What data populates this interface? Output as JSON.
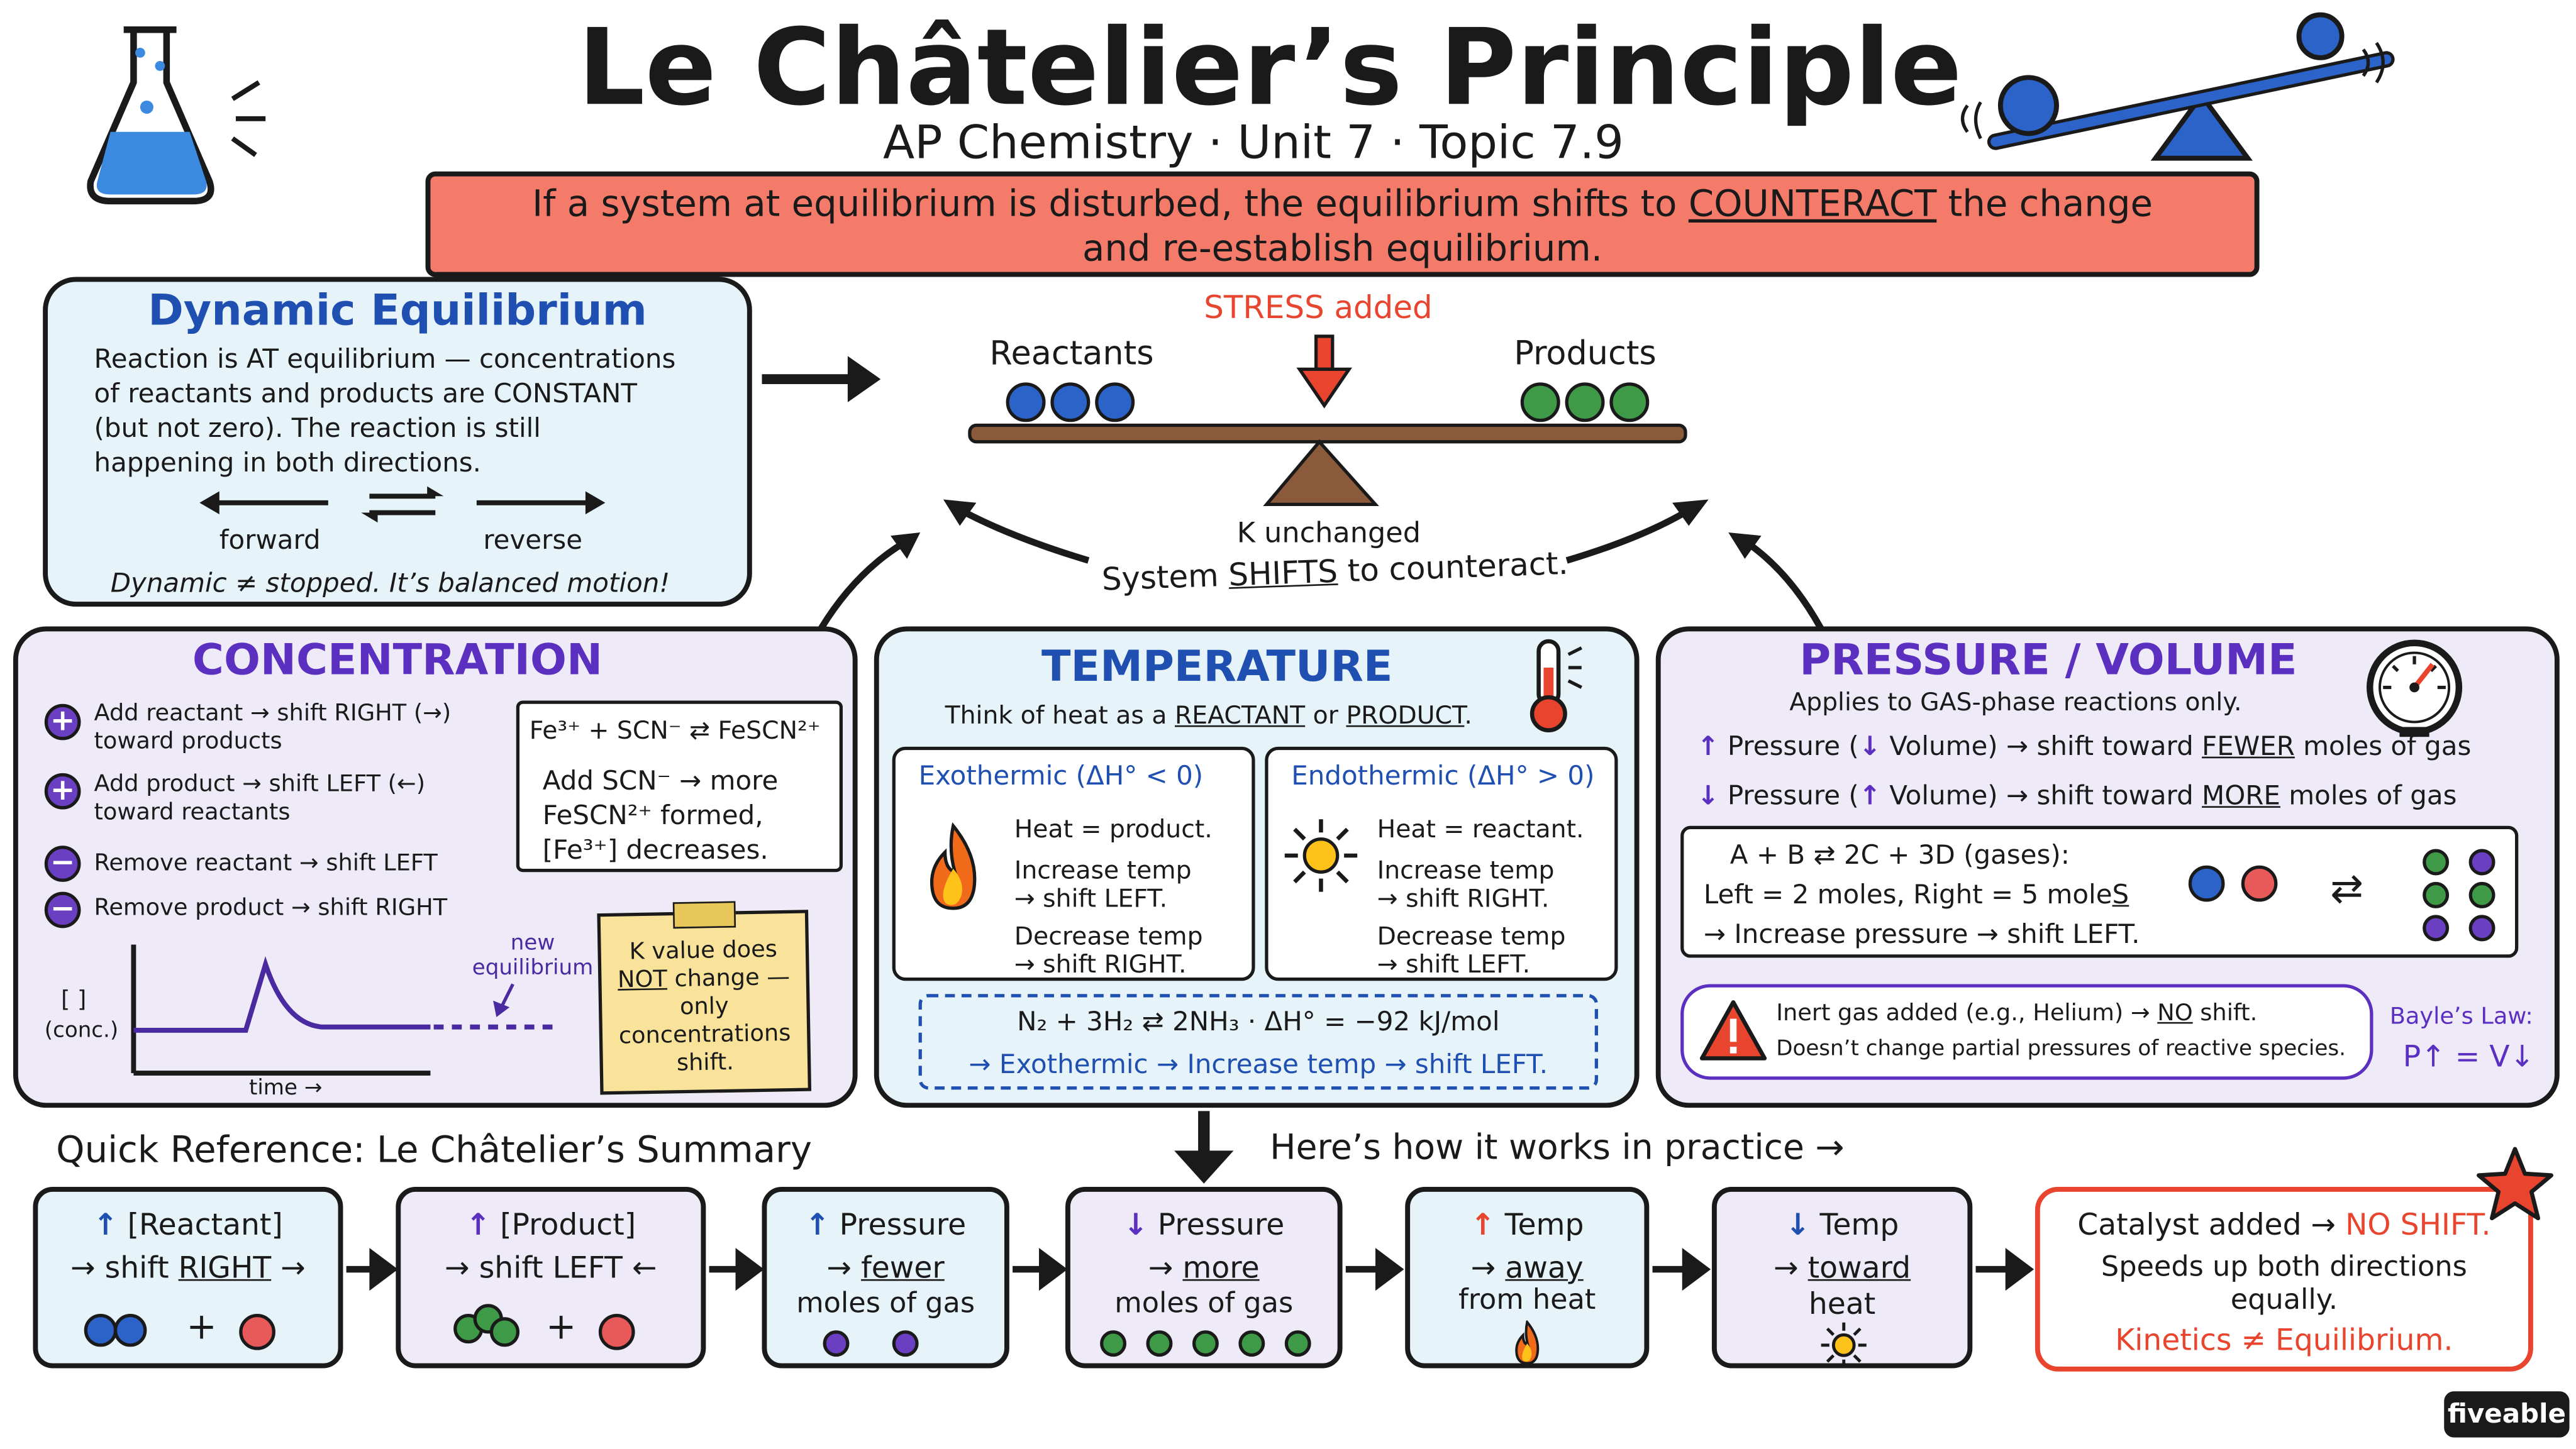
{
  "header": {
    "title": "Le Châtelier’s Principle",
    "subtitle": "AP Chemistry · Unit 7 · Topic 7.9",
    "banner_line1_a": "If a system at equilibrium is disturbed, the equilibrium shifts to ",
    "banner_line1_u": "COUNTERACT",
    "banner_line1_b": " the change",
    "banner_line2": "and re-establish equilibrium."
  },
  "icons": [
    "flask-icon",
    "seesaw-icon",
    "thermometer-icon",
    "gauge-icon",
    "flame-icon",
    "sun-icon",
    "warning-icon",
    "star-icon"
  ],
  "colors": {
    "accent_purple": "#5b2fc0",
    "accent_blue": "#1f4fb0",
    "accent_red": "#e8442e",
    "banner": "#f47a6a",
    "blue_panel": "#e6f4fa",
    "purple_panel": "#efeaf8",
    "yellow_note": "#f9e39a"
  },
  "dynamic": {
    "title": "Dynamic Equilibrium",
    "body1": "Reaction is AT equilibrium — concentrations",
    "body2": "of reactants and products are CONSTANT",
    "body3": "(but not zero). The reaction is still",
    "body4": "happening in both directions.",
    "forward": "forward",
    "reverse": "reverse",
    "footer": "Dynamic ≠ stopped. It’s balanced motion!"
  },
  "seesaw": {
    "stress": "STRESS added",
    "reactants": "Reactants",
    "products": "Products",
    "k": "K unchanged",
    "shift_a": "System ",
    "shift_u": "SHIFTS",
    "shift_b": " to counteract."
  },
  "concentration": {
    "title": "CONCENTRATION",
    "r1a": "Add reactant → shift RIGHT (→)",
    "r1b": "toward products",
    "r2a": "Add product → shift LEFT (←)",
    "r2b": "toward reactants",
    "r3": "Remove reactant → shift LEFT",
    "r4": "Remove product → shift RIGHT",
    "eq": "Fe³⁺ + SCN⁻ ⇄ FeSCN²⁺",
    "eq_b1": "Add SCN⁻ → more",
    "eq_b2": "FeSCN²⁺ formed,",
    "eq_b3": "[Fe³⁺] decreases.",
    "ylabel1": "[ ]",
    "ylabel2": "(conc.)",
    "xlabel": "time →",
    "new1": "new",
    "new2": "equilibrium",
    "note1": "K value does",
    "note2u": "NOT",
    "note2b": " change —",
    "note3": "only",
    "note4": "concentrations",
    "note5": "shift."
  },
  "temperature": {
    "title": "TEMPERATURE",
    "sub_a": "Think of heat as a ",
    "sub_u1": "REACTANT",
    "sub_b": " or ",
    "sub_u2": "PRODUCT",
    "sub_c": ".",
    "exo_title": "Exothermic  (ΔH° < 0)",
    "exo1": "Heat = product.",
    "exo2": "Increase temp",
    "exo3": "→ shift LEFT.",
    "exo4": "Decrease temp",
    "exo5": "→ shift RIGHT.",
    "endo_title": "Endothermic  (ΔH° > 0)",
    "endo1": "Heat = reactant.",
    "endo2": "Increase temp",
    "endo3": "→ shift RIGHT.",
    "endo4": "Decrease temp",
    "endo5": "→ shift LEFT.",
    "ex1": "N₂ + 3H₂ ⇄ 2NH₃ · ΔH° = −92 kJ/mol",
    "ex2": "→ Exothermic → Increase temp → shift LEFT."
  },
  "pressure": {
    "title": "PRESSURE / VOLUME",
    "sub": "Applies to GAS-phase reactions only.",
    "l1a": "Pressure  (",
    "l1b": " Volume) → shift toward ",
    "l1u": "FEWER",
    "l1c": " moles of gas",
    "l2a": "Pressure  (",
    "l2b": " Volume) → shift toward ",
    "l2u": "MORE",
    "l2c": " moles of gas",
    "ex1": "A + B ⇄ 2C + 3D (gases):",
    "ex2a": "Left = 2 moles, Right = 5 mole",
    "ex2u": "S",
    "ex3": "→ Increase pressure → shift LEFT.",
    "inert1a": "Inert gas added (e.g., Helium) → ",
    "inert1u": "NO",
    "inert1b": " shift.",
    "inert2": "Doesn’t change partial pressures of reactive species.",
    "law1": "Bayle’s Law:",
    "law2": "P↑ = V↓"
  },
  "summary": {
    "heading": "Quick Reference: Le Châtelier’s Summary",
    "practice": "Here’s how it works in practice →",
    "c1a": "[Reactant]",
    "c1b": "→ shift ",
    "c1u": "RIGHT",
    "c1c": " →",
    "c2a": "[Product]",
    "c2b": "→ shift LEFT ←",
    "c3a": "Pressure",
    "c3b": "→ ",
    "c3u": "fewer",
    "c3c": "moles of gas",
    "c4a": "Pressure",
    "c4b": "→ ",
    "c4u": "more",
    "c4c": "moles of gas",
    "c5a": "Temp",
    "c5b": "→ ",
    "c5u": "away",
    "c5c": "from heat",
    "c6a": "Temp",
    "c6b": "→ ",
    "c6u": "toward",
    "c6c": "heat",
    "c7a": "Catalyst added → ",
    "c7b": "NO SHIFT.",
    "c7c": "Speeds up both directions",
    "c7d": "equally.",
    "c7e": "Kinetics ≠ Equilibrium.",
    "plus": "+",
    "brand": "fiveable"
  }
}
